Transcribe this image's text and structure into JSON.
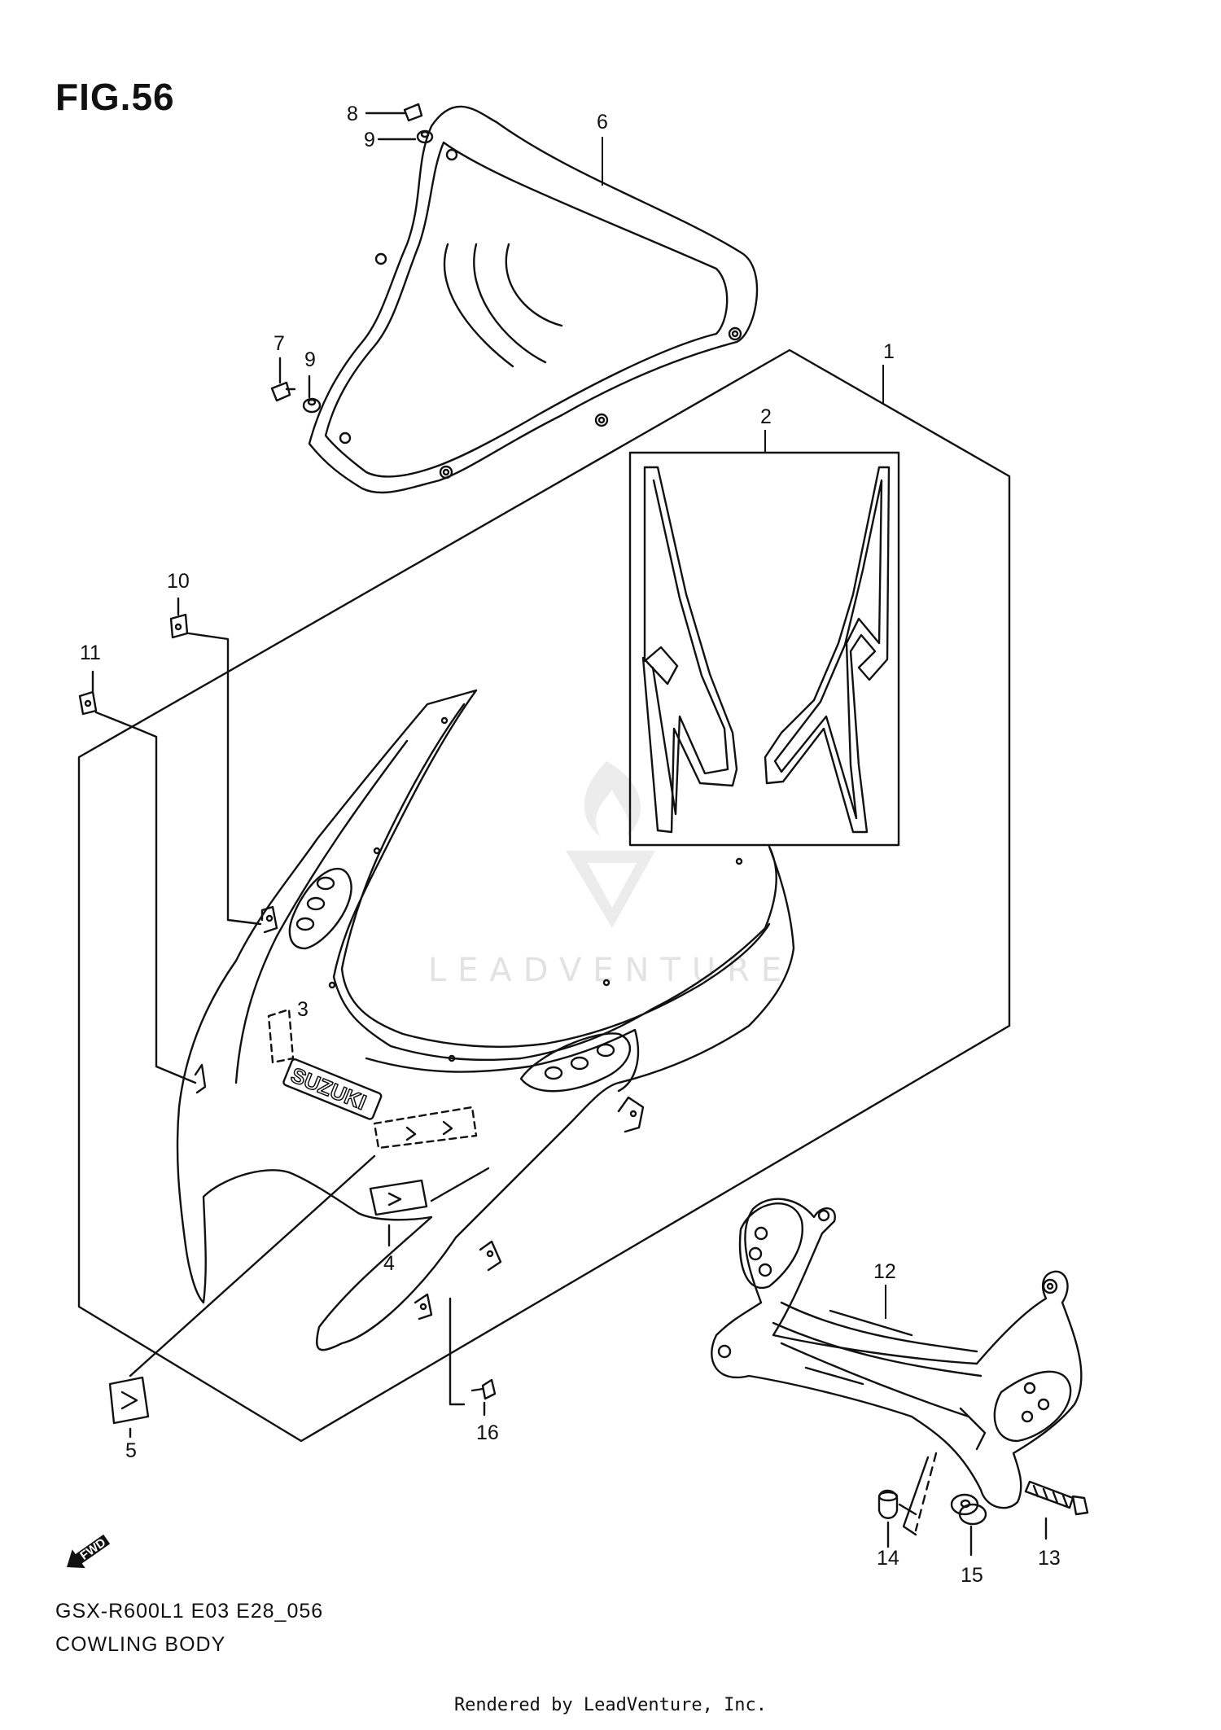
{
  "figure": {
    "title": "FIG.56",
    "model_code": "GSX-R600L1 E03 E28_056",
    "caption": "COWLING BODY",
    "footer": "Rendered by LeadVenture, Inc.",
    "watermark": "LEADVENTURE"
  },
  "emblem_text": "SUZUKI",
  "fwd_label": "FWD",
  "callouts": {
    "c1": "1",
    "c2": "2",
    "c3": "3",
    "c4": "4",
    "c5": "5",
    "c6": "6",
    "c7": "7",
    "c8": "8",
    "c9a": "9",
    "c9b": "9",
    "c10": "10",
    "c11": "11",
    "c12": "12",
    "c13": "13",
    "c14": "14",
    "c15": "15",
    "c16": "16"
  },
  "colors": {
    "ink": "#111111",
    "watermark": "#e2e2e2",
    "background": "#ffffff"
  }
}
